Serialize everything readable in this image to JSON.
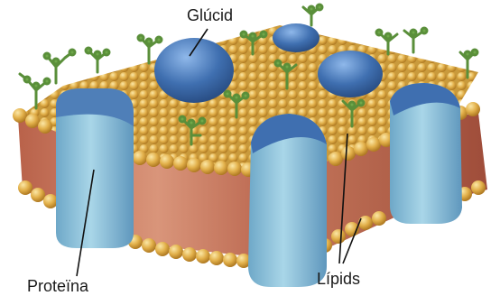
{
  "labels": {
    "glucid": "Glúcid",
    "proteina": "Proteïna",
    "lipids": "Lípids"
  },
  "colors": {
    "lipid_head": "#e2b04a",
    "lipid_tail": "#c97a58",
    "protein": "#8fc4da",
    "protein_dark": "#3f6fb0",
    "carbohydrate": "#5a8f3a",
    "leader_line": "#111111"
  }
}
